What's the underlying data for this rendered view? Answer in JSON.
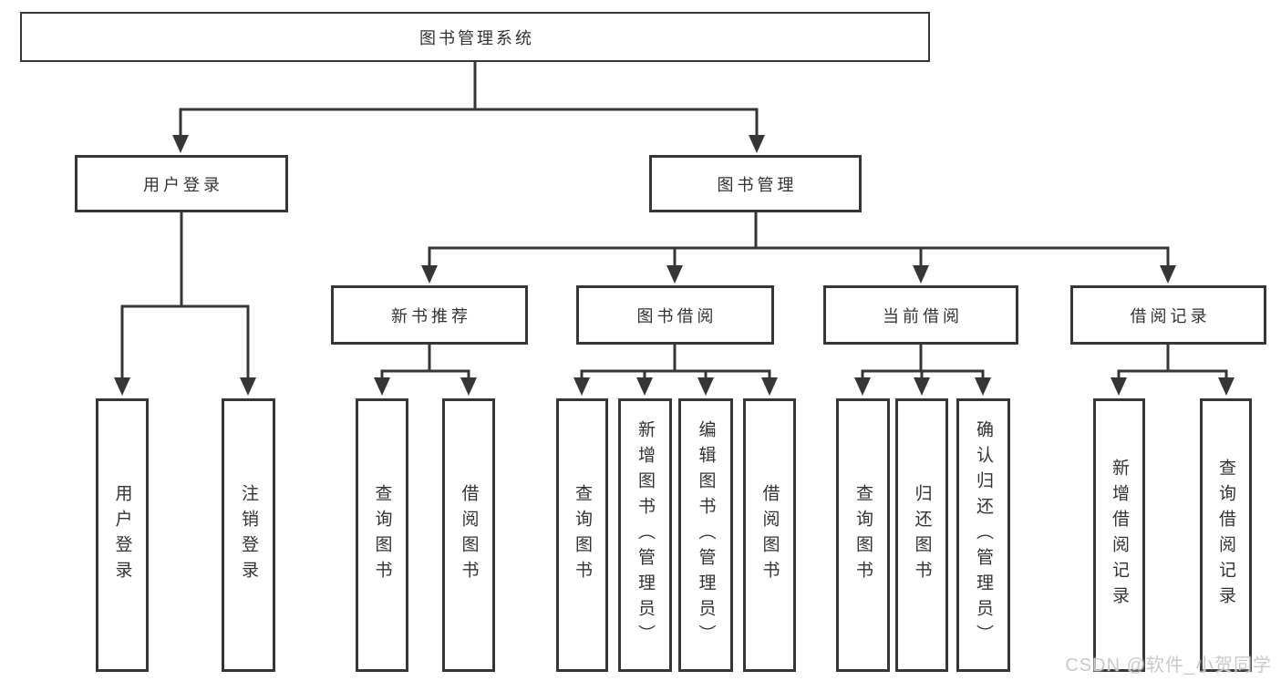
{
  "diagram": {
    "title": "图书管理系统",
    "tree": {
      "label": "图书管理系统",
      "children": [
        {
          "label": "用户登录",
          "children": [
            {
              "label": "用户登录"
            },
            {
              "label": "注销登录"
            }
          ]
        },
        {
          "label": "图书管理",
          "children": [
            {
              "label": "新书推荐",
              "children": [
                {
                  "label": "查询图书"
                },
                {
                  "label": "借阅图书"
                }
              ]
            },
            {
              "label": "图书借阅",
              "children": [
                {
                  "label": "查询图书"
                },
                {
                  "label": "新增图书（管理员）"
                },
                {
                  "label": "编辑图书（管理员）"
                },
                {
                  "label": "借阅图书"
                }
              ]
            },
            {
              "label": "当前借阅",
              "children": [
                {
                  "label": "查询图书"
                },
                {
                  "label": "归还图书"
                },
                {
                  "label": "确认归还（管理员）"
                }
              ]
            },
            {
              "label": "借阅记录",
              "children": [
                {
                  "label": "新增借阅记录"
                },
                {
                  "label": "查询借阅记录"
                }
              ]
            }
          ]
        }
      ]
    }
  },
  "watermark": {
    "text": "CSDN @软件_小贺同学"
  },
  "style": {
    "line_color": "#363636",
    "text_color": "#333333",
    "watermark_color": "#c9c9c9",
    "background": "#ffffff"
  }
}
